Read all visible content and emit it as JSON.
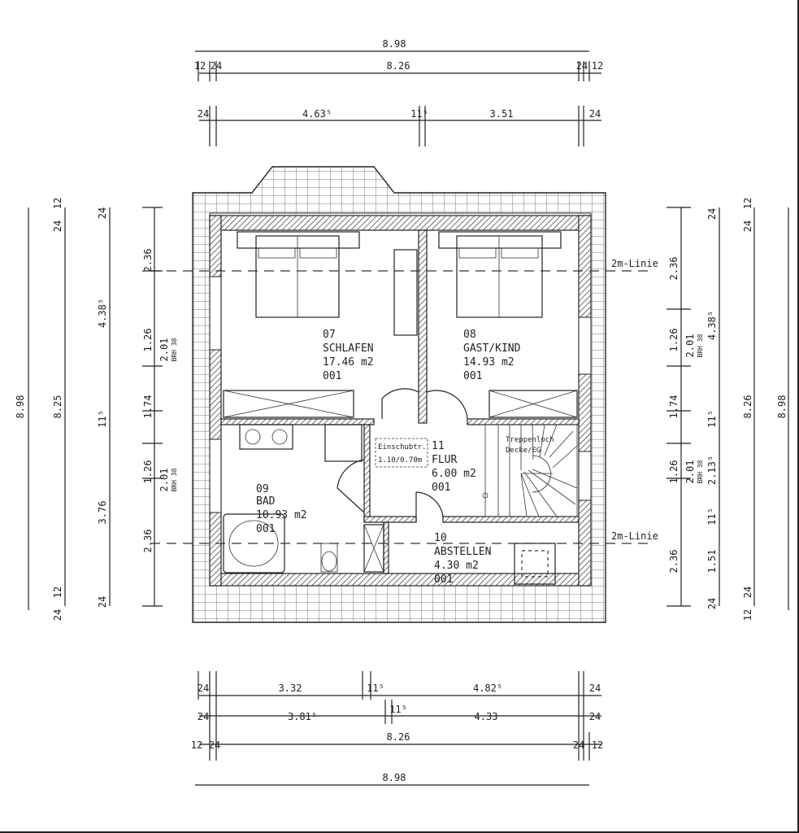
{
  "plan": {
    "rooms": [
      {
        "number": "07",
        "name": "SCHLAFEN",
        "area": "17.46 m2",
        "code": "001"
      },
      {
        "number": "08",
        "name": "GAST/KIND",
        "area": "14.93 m2",
        "code": "001"
      },
      {
        "number": "09",
        "name": "BAD",
        "area": "10.93 m2",
        "code": "001"
      },
      {
        "number": "10",
        "name": "ABSTELLEN",
        "area": "4.30 m2",
        "code": "001"
      },
      {
        "number": "11",
        "name": "FLUR",
        "area": "6.00 m2",
        "code": "001"
      }
    ],
    "hatch_label": "Einschubtr.",
    "hatch_size": "1.10/0.70m",
    "stair_label_1": "Treppenloch",
    "stair_label_2": "Decke/EG",
    "line_label_top": "2m-Linie",
    "line_label_bottom": "2m-Linie"
  },
  "dims": {
    "top": {
      "overall": "8.98",
      "row2": [
        "12",
        "24",
        "8.26",
        "24",
        "12"
      ],
      "row3": [
        "24",
        "4.63⁵",
        "11⁵",
        "3.51",
        "24"
      ]
    },
    "bottom": {
      "row1": [
        "24",
        "3.32",
        "11⁵",
        "4.82⁵",
        "24"
      ],
      "row2": [
        "24",
        "3.81⁵",
        "11⁵",
        "4.33",
        "24"
      ],
      "row3": [
        "12",
        "24",
        "8.26",
        "24",
        "12"
      ],
      "overall": "8.98"
    },
    "left": {
      "overall": "8.98",
      "row2": [
        "24",
        "12",
        "8.25",
        "12",
        "24"
      ],
      "row3": [
        "24",
        "4.38⁵",
        "11⁵",
        "3.76",
        "24"
      ],
      "row4": [
        "2.36",
        "1.26",
        "1.74",
        "1.26",
        "2.36"
      ],
      "sill": [
        "2.01",
        "BRH 38",
        "2.01",
        "BRH 38"
      ]
    },
    "right": {
      "overall": "8.98",
      "row2": [
        "24",
        "12",
        "8.26",
        "24",
        "12"
      ],
      "row3": [
        "24",
        "4.38⁵",
        "11⁵",
        "2.13⁵",
        "11⁵",
        "1.51",
        "24"
      ],
      "row4": [
        "2.36",
        "1.26",
        "1.74",
        "1.26",
        "2.36"
      ],
      "sill": [
        "2.01",
        "BRH 38",
        "2.01",
        "BRH 38"
      ]
    }
  }
}
